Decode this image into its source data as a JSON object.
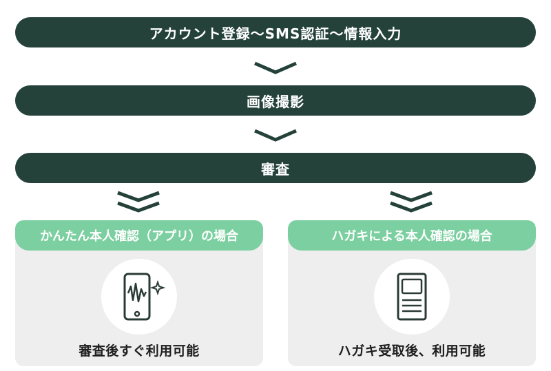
{
  "flow": {
    "step1": "アカウント登録～SMS認証～情報入力",
    "step2": "画像撮影",
    "step3": "審査"
  },
  "branches": [
    {
      "header": "かんたん本人確認（アプリ）の場合",
      "icon": "smartphone-waveform-icon",
      "result": "審査後すぐ利用可能"
    },
    {
      "header": "ハガキによる本人確認の場合",
      "icon": "postcard-document-icon",
      "result": "ハガキ受取後、利用可能"
    }
  ],
  "colors": {
    "dark_green": "#24423a",
    "light_green": "#7ccfa0",
    "card_bg": "#eeeeee"
  }
}
